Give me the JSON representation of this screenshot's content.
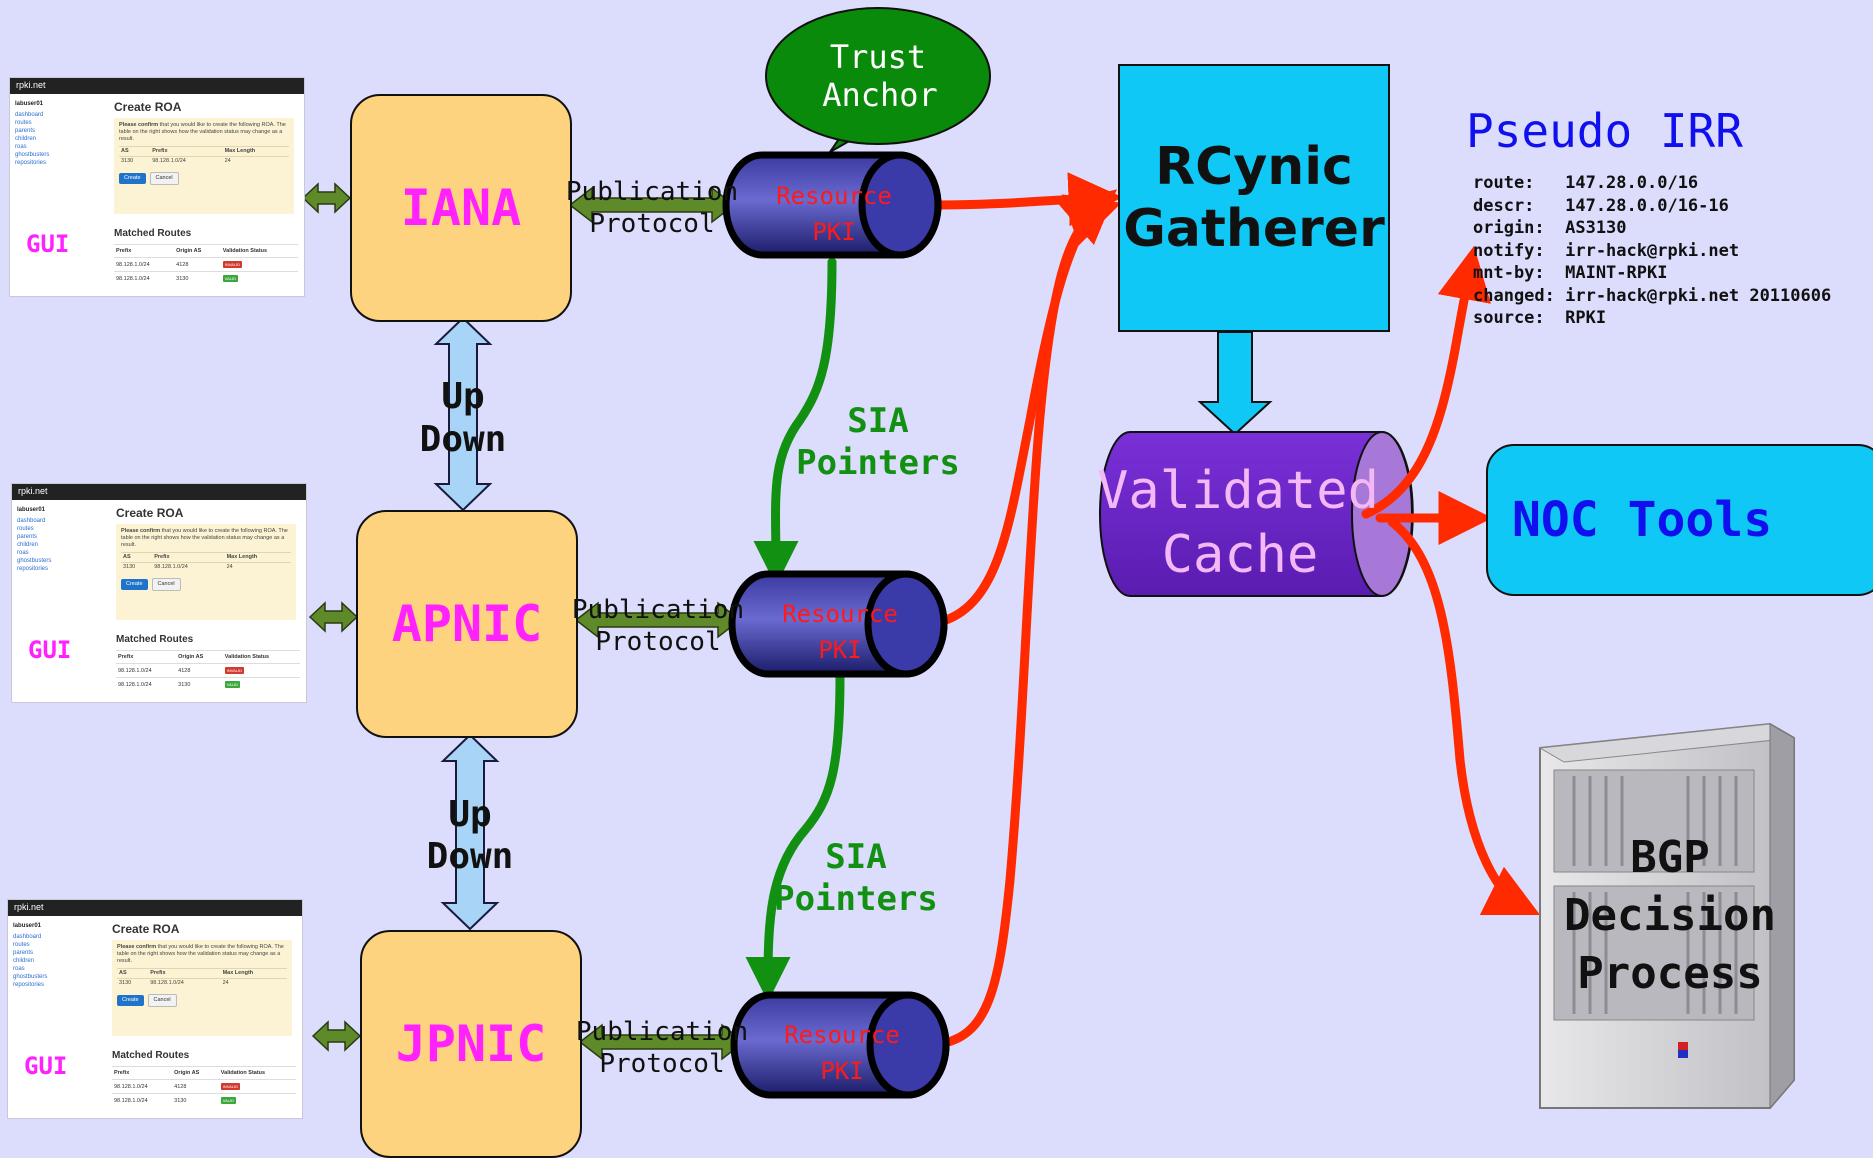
{
  "gui": {
    "brand": "rpki.net",
    "user": "labuser01",
    "nav": [
      "dashboard",
      "routes",
      "parents",
      "children",
      "roas",
      "ghostbusters",
      "repositories"
    ],
    "page_title": "Create ROA",
    "confirm_bold": "Please confirm",
    "confirm_text": "that you would like to create the following ROA. The table on the right shows how the validation status may change as a result.",
    "roa_headers": [
      "AS",
      "Prefix",
      "Max Length"
    ],
    "roa_row": [
      "3130",
      "98.128.1.0/24",
      "24"
    ],
    "create_label": "Create",
    "cancel_label": "Cancel",
    "matched_title": "Matched Routes",
    "matched_headers": [
      "Prefix",
      "Origin AS",
      "Validation Status"
    ],
    "matched_rows": [
      {
        "prefix": "98.128.1.0/24",
        "origin": "4128",
        "status": "INVALID"
      },
      {
        "prefix": "98.128.1.0/24",
        "origin": "3130",
        "status": "VALID"
      }
    ],
    "label": "GUI"
  },
  "registries": {
    "iana": "IANA",
    "apnic": "APNIC",
    "jpnic": "JPNIC"
  },
  "publication": {
    "line1": "Publication",
    "line2": "Protocol"
  },
  "updown": {
    "line1": "Up",
    "line2": "Down"
  },
  "resource_pki": {
    "line1": "Resource",
    "line2": "PKI"
  },
  "trust_anchor": {
    "line1": "Trust",
    "line2": "Anchor"
  },
  "sia": {
    "line1": "SIA",
    "line2": "Pointers"
  },
  "rcynic": {
    "line1": "RCynic",
    "line2": "Gatherer"
  },
  "validated_cache": {
    "line1": "Validated",
    "line2": "Cache"
  },
  "noc_tools": "NOC Tools",
  "pseudo_irr": {
    "title": "Pseudo IRR",
    "lines": [
      "route:   147.28.0.0/16",
      "descr:   147.28.0.0/16-16",
      "origin:  AS3130",
      "notify:  irr-hack@rpki.net",
      "mnt-by:  MAINT-RPKI",
      "changed: irr-hack@rpki.net 20110606",
      "source:  RPKI"
    ]
  },
  "bgp": {
    "line1": "BGP",
    "line2": "Decision",
    "line3": "Process"
  },
  "colors": {
    "background": "#dcdcfc",
    "registry_fill": "#fdd37f",
    "registry_text": "#ff22ff",
    "pki_fill": "#2a2a88",
    "pki_text": "#ff1a1a",
    "trust_fill": "#0a8a0a",
    "sia_text": "#129012",
    "red_arrow": "#ff2a00",
    "rcynic_fill": "#10c8f6",
    "cache_fill": "#6e28c8",
    "cache_text": "#f4b8f4",
    "noc_text": "#1010ee",
    "updown_fill": "#a8d4f8",
    "pub_arrow": "#5e8a2a"
  }
}
